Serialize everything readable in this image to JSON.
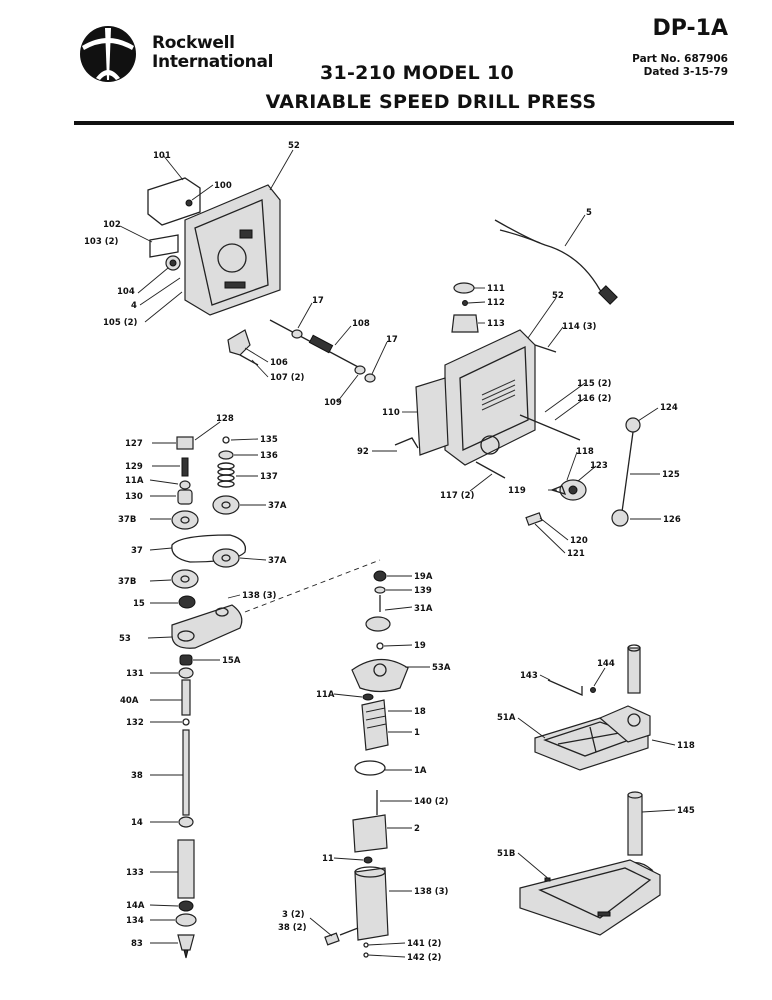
{
  "header": {
    "brand_line1": "Rockwell",
    "brand_line2": "International",
    "doc_code": "DP-1A",
    "part_no": "Part No. 687906",
    "dated": "Dated 3-15-79",
    "title_line1": "31-210 MODEL 10",
    "title_line2": "VARIABLE SPEED DRILL PRESS"
  },
  "callouts": {
    "c101": "101",
    "c52a": "52",
    "c100": "100",
    "c102": "102",
    "c103": "103 (2)",
    "c104": "104",
    "c4": "4",
    "c105": "105 (2)",
    "c17a": "17",
    "c108": "108",
    "c17b": "17",
    "c106": "106",
    "c107": "107 (2)",
    "c109": "109",
    "c5": "5",
    "c111": "111",
    "c112": "112",
    "c113": "113",
    "c52b": "52",
    "c114": "114 (3)",
    "c115": "115 (2)",
    "c116": "116 (2)",
    "c110": "110",
    "c124": "124",
    "c92": "92",
    "c118a": "118",
    "c123": "123",
    "c125": "125",
    "c117": "117 (2)",
    "c119": "119",
    "c126": "126",
    "c120": "120",
    "c121": "121",
    "c128": "128",
    "c127": "127",
    "c135": "135",
    "c136": "136",
    "c129": "129",
    "c137": "137",
    "c11Aa": "11A",
    "c130": "130",
    "c37Aa": "37A",
    "c37Ba": "37B",
    "c37": "37",
    "c37Ab": "37A",
    "c37Bb": "37B",
    "c138a": "138 (3)",
    "c15": "15",
    "c53": "53",
    "c15A": "15A",
    "c131": "131",
    "c40A": "40A",
    "c132": "132",
    "c38": "38",
    "c14": "14",
    "c133": "133",
    "c14A": "14A",
    "c134": "134",
    "c83": "83",
    "c19A": "19A",
    "c139": "139",
    "c31A": "31A",
    "c19": "19",
    "c53A": "53A",
    "c11Ab": "11A",
    "c18": "18",
    "c1": "1",
    "c1A": "1A",
    "c140": "140 (2)",
    "c2": "2",
    "c11": "11",
    "c138b": "138 (3)",
    "c3": "3 (2)",
    "c38b": "38 (2)",
    "c141": "141 (2)",
    "c142": "142 (2)",
    "c143": "143",
    "c144": "144",
    "c51A": "51A",
    "c118b": "118",
    "c145": "145",
    "c51B": "51B"
  }
}
